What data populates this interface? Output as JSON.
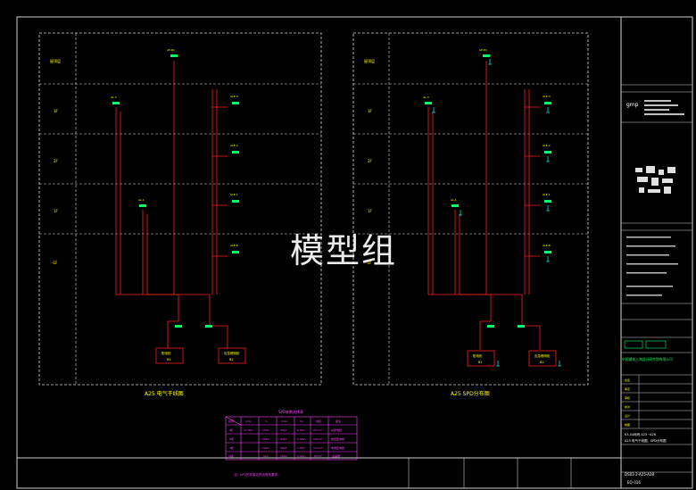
{
  "watermark": "模型组",
  "left_diagram": {
    "caption": "A25  电气干线图",
    "floor_labels": [
      "屋顶层",
      "3F",
      "2F",
      "1F",
      "-1F"
    ],
    "top_box_label": "屋顶层",
    "cabinet_labels": [
      "配电柜",
      "应急照明柜"
    ],
    "cabinet_ids": [
      "B1",
      "B2"
    ]
  },
  "right_diagram": {
    "caption": "A25  SPD分布图",
    "floor_labels": [
      "屋顶层",
      "3F",
      "2F",
      "1F",
      "-1F"
    ],
    "cabinet_labels": [
      "配电柜",
      "应急照明柜"
    ],
    "cabinet_ids": [
      "B1",
      "B2"
    ]
  },
  "table": {
    "title": "SPD参数选择表",
    "header": [
      "级别",
      "Iimp",
      "In",
      "Imax",
      "Up",
      "线缆",
      "备注"
    ],
    "rows": [
      [
        "I级",
        "12.5kA",
        "15kA",
        "30kA",
        "2.5kV",
        "25mm²",
        "总配电柜"
      ],
      [
        "II级",
        "-",
        "20kA",
        "40kA",
        "2.0kV",
        "16mm²",
        "楼层配电箱"
      ],
      [
        "II级",
        "-",
        "10kA",
        "20kA",
        "1.5kV",
        "10mm²",
        "末端配电箱"
      ],
      [
        "III级",
        "-",
        "5kA",
        "10kA",
        "1.2kV",
        "6mm²",
        "设备端"
      ]
    ]
  },
  "note": "注：SPD的安装应符合规范要求",
  "title_block": {
    "company_logo_text": "gmp",
    "design_institute": "中国建筑上海设计研究院有限公司",
    "project_name": "K3-04地块  A25~A28",
    "drawing_name": "A25  电气干线图、SPD分布图",
    "drawing_number": "DS03-2-A25-A28",
    "sheet_number": "EQ-016",
    "section_labels": [
      "会签",
      "审定",
      "审核",
      "校对",
      "设计",
      "制图"
    ]
  }
}
